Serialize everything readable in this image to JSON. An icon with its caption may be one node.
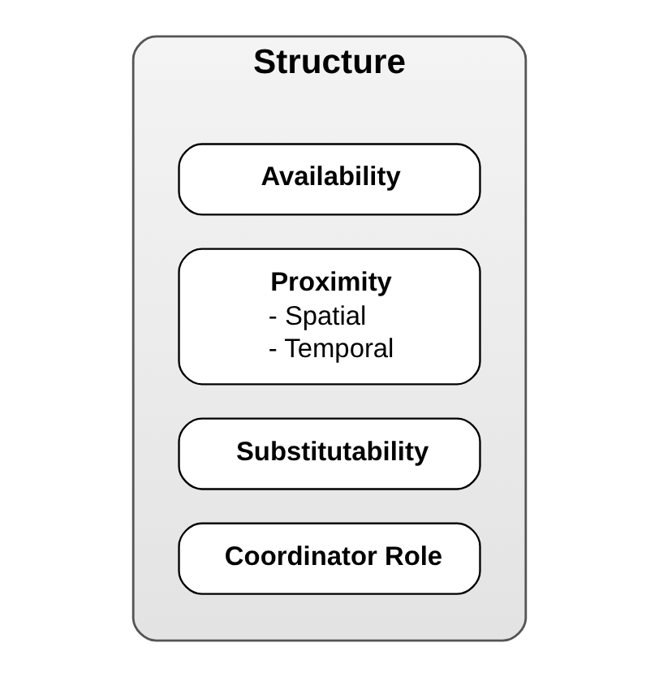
{
  "diagram": {
    "nodes": [
      {
        "text": [
          "Structure"
        ]
      },
      {
        "text": [
          "Availability"
        ],
        "in": 0
      },
      {
        "text": [
          "Proximity",
          "- Spatial",
          "- Temporal"
        ],
        "in": 0
      },
      {
        "text": [
          "Substitutability"
        ],
        "in": 0
      },
      {
        "text": [
          "Coordinator Role"
        ],
        "in": 0
      }
    ],
    "edges": []
  }
}
